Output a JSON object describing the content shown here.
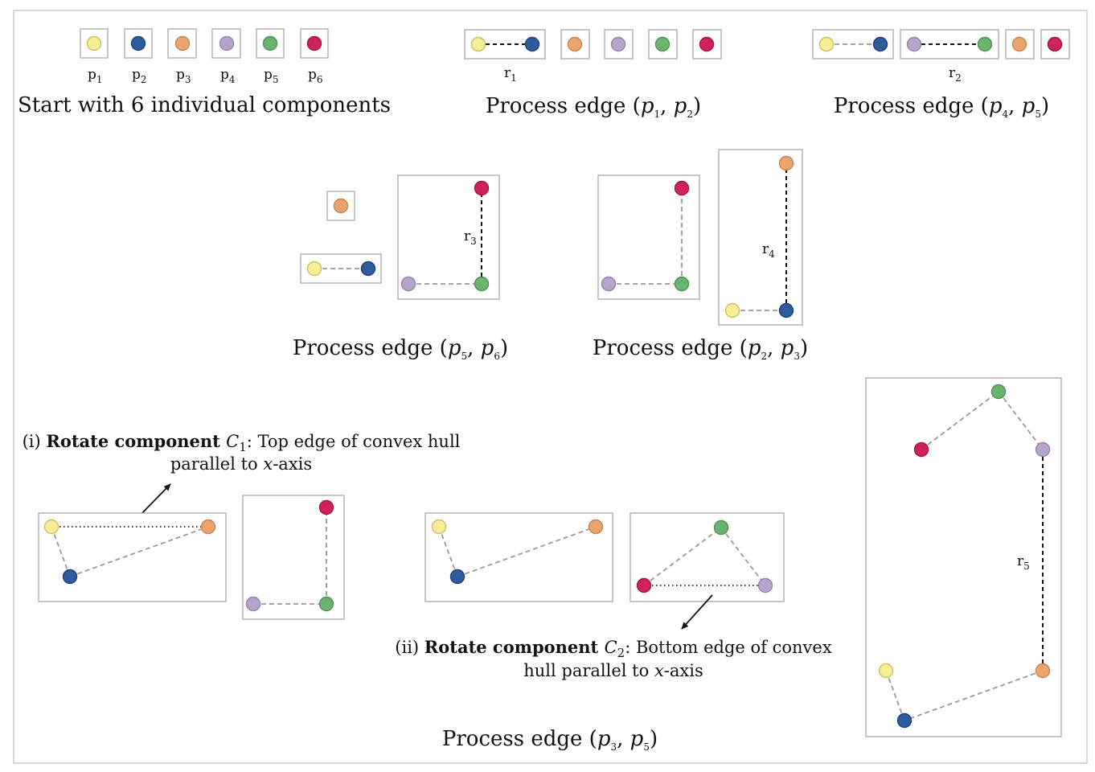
{
  "colors": {
    "p1": "#f6ef97",
    "p2": "#2e5a9e",
    "p3": "#eaa56f",
    "p4": "#b7a4cc",
    "p5": "#6bb46f",
    "p6": "#d0215f",
    "p1_stroke": "#c9c060",
    "p2_stroke": "#1f4178",
    "p3_stroke": "#c9844e",
    "p4_stroke": "#9483ab",
    "p5_stroke": "#4d9252",
    "p6_stroke": "#a51548"
  },
  "captions": {
    "start": "Start with 6 individual components",
    "process_edge": "Process edge"
  },
  "points": {
    "p": "p",
    "subs": [
      "1",
      "2",
      "3",
      "4",
      "5",
      "6"
    ]
  },
  "edge_pairs": {
    "e12": [
      "1",
      "2"
    ],
    "e45": [
      "4",
      "5"
    ],
    "e56": [
      "5",
      "6"
    ],
    "e23": [
      "2",
      "3"
    ],
    "e35": [
      "3",
      "5"
    ]
  },
  "r": {
    "letter": "r",
    "subs": [
      "1",
      "2",
      "3",
      "4",
      "5"
    ]
  },
  "notes": {
    "n1_prefix": "(i) ",
    "n1_bold": "Rotate component ",
    "n1_var": "C",
    "n1_sub": "1",
    "n1_rest": ": Top edge of convex hull",
    "n1_line2a": "parallel to ",
    "n1_line2var": "x",
    "n1_line2b": "-axis",
    "n2_prefix": "(ii) ",
    "n2_bold": "Rotate component ",
    "n2_var": "C",
    "n2_sub": "2",
    "n2_rest": ": Bottom edge of convex",
    "n2_line2a": "hull parallel to ",
    "n2_line2var": "x",
    "n2_line2b": "-axis"
  }
}
